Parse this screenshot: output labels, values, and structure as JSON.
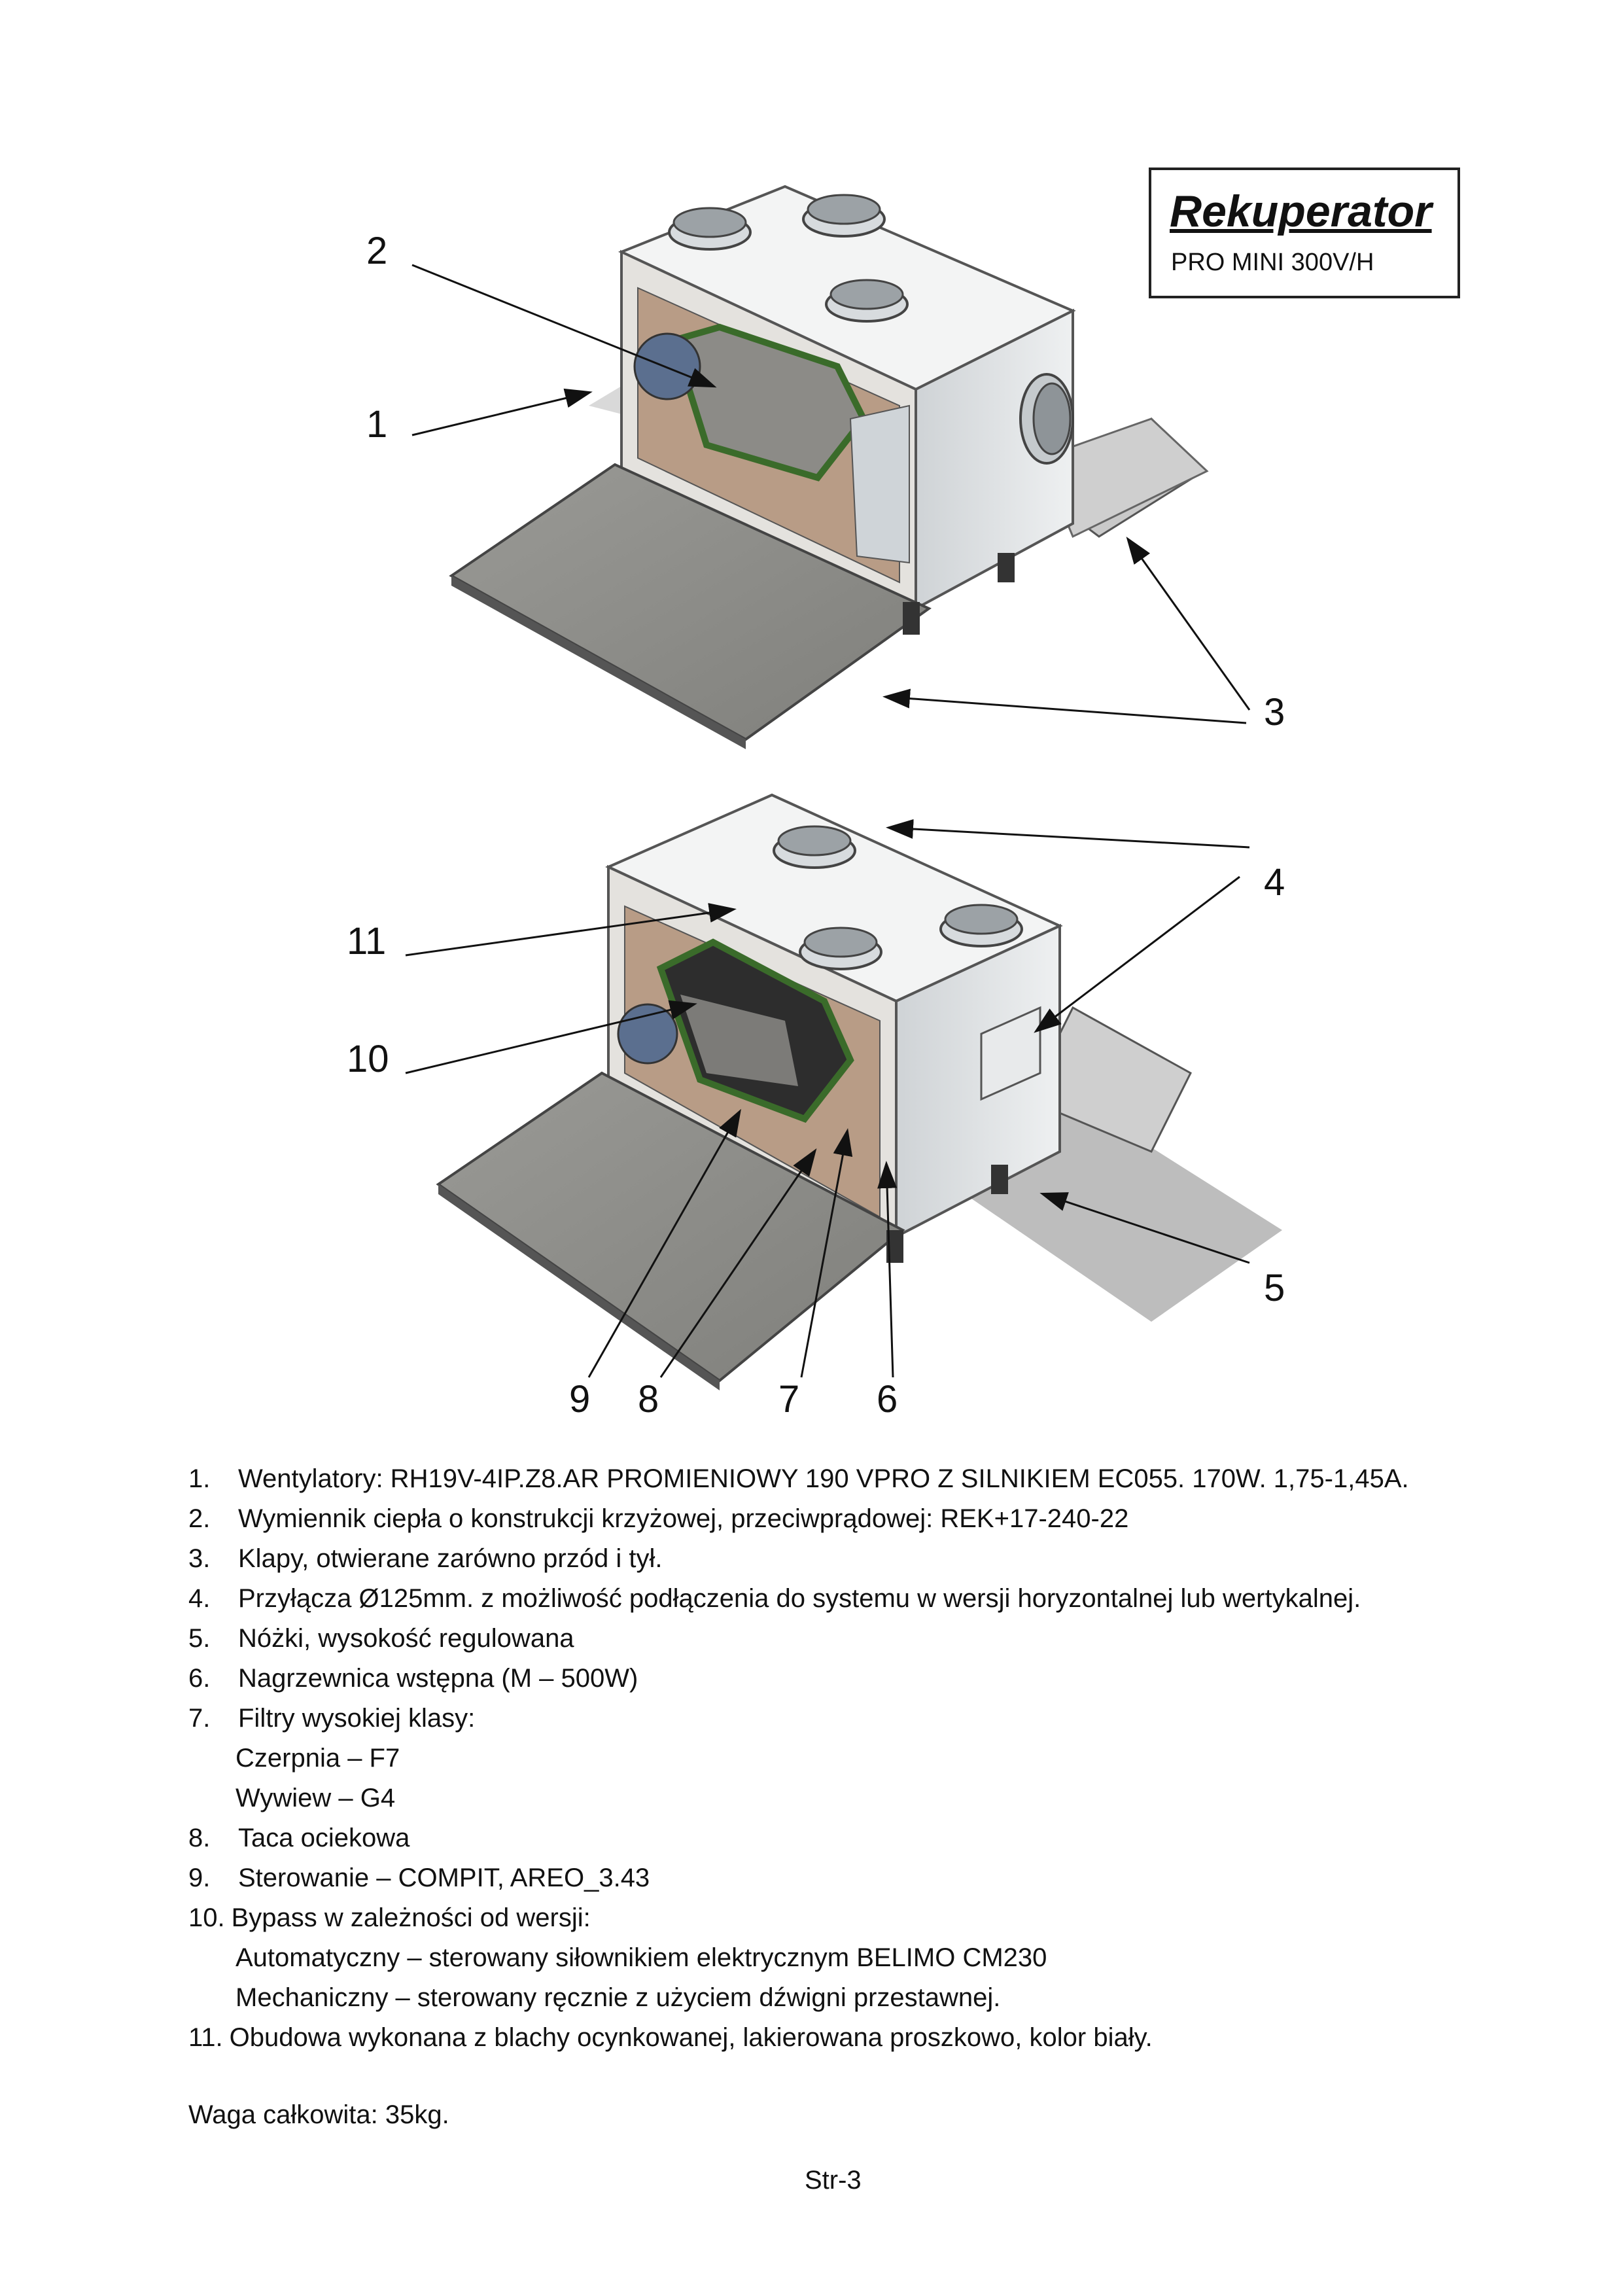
{
  "header": {
    "title": "Rekuperator",
    "model": "PRO MINI 300V/H"
  },
  "callouts": {
    "c1": "1",
    "c2": "2",
    "c3": "3",
    "c4": "4",
    "c5": "5",
    "c6": "6",
    "c7": "7",
    "c8": "8",
    "c9": "9",
    "c10": "10",
    "c11": "11"
  },
  "specs": [
    {
      "num": "1.",
      "text": "Wentylatory: RH19V-4IP.Z8.AR PROMIENIOWY 190 VPRO Z SILNIKIEM EC055. 170W. 1,75-1,45A."
    },
    {
      "num": "2.",
      "text": "Wymiennik ciepła o konstrukcji krzyżowej, przeciwprądowej: REK+17-240-22"
    },
    {
      "num": "3.",
      "text": "Klapy, otwierane zarówno przód i tył."
    },
    {
      "num": "4.",
      "text": "Przyłącza Ø125mm. z możliwość podłączenia do systemu w wersji horyzontalnej lub wertykalnej."
    },
    {
      "num": "5.",
      "text": "Nóżki, wysokość regulowana"
    },
    {
      "num": "6.",
      "text": "Nagrzewnica wstępna (M – 500W)"
    },
    {
      "num": "7.",
      "text": "Filtry wysokiej klasy:",
      "sub": [
        "Czerpnia – F7",
        "Wywiew – G4"
      ]
    },
    {
      "num": "8.",
      "text": "Taca ociekowa"
    },
    {
      "num": "9.",
      "text": "Sterowanie – COMPIT, AREO_3.43"
    },
    {
      "num": "10.",
      "text": "Bypass w zależności od wersji:",
      "sub": [
        "Automatyczny – sterowany siłownikiem elektrycznym BELIMO CM230",
        "Mechaniczny – sterowany ręcznie z użyciem dźwigni przestawnej."
      ]
    },
    {
      "num": "11.",
      "text": "Obudowa wykonana z blachy ocynkowanej, lakierowana proszkowo, kolor biały."
    }
  ],
  "weight": "Waga całkowita: 35kg.",
  "page_number": "Str-3"
}
